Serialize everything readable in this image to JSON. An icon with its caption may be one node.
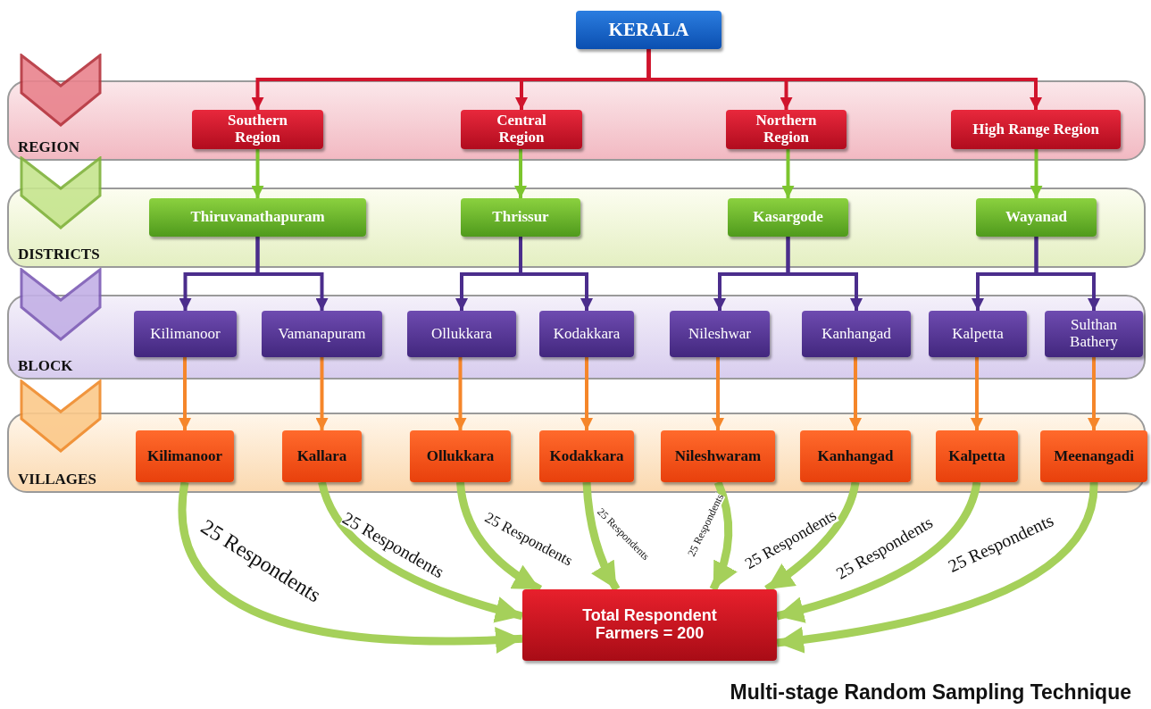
{
  "diagram": {
    "caption": "Multi-stage Random Sampling Technique",
    "nodes": [
      {
        "text": [
          "KERALA"
        ]
      },
      {
        "text": [
          "REGION"
        ]
      },
      {
        "text": [
          "Southern Region"
        ],
        "in": 1
      },
      {
        "text": [
          "Central Region"
        ],
        "in": 1
      },
      {
        "text": [
          "Northern Region"
        ],
        "in": 1
      },
      {
        "text": [
          "High Range Region"
        ],
        "in": 1
      },
      {
        "text": [
          "DISTRICTS"
        ]
      },
      {
        "text": [
          "Thiruvanathapuram"
        ],
        "in": 6
      },
      {
        "text": [
          "Thrissur"
        ],
        "in": 6
      },
      {
        "text": [
          "Kasargode"
        ],
        "in": 6
      },
      {
        "text": [
          "Wayanad"
        ],
        "in": 6
      },
      {
        "text": [
          "BLOCK"
        ]
      },
      {
        "text": [
          "Kilimanoor"
        ],
        "in": 11
      },
      {
        "text": [
          "Vamanapuram"
        ],
        "in": 11
      },
      {
        "text": [
          "Ollukkara"
        ],
        "in": 11
      },
      {
        "text": [
          "Kodakkara"
        ],
        "in": 11
      },
      {
        "text": [
          "Nileshwar"
        ],
        "in": 11
      },
      {
        "text": [
          "Kanhangad"
        ],
        "in": 11
      },
      {
        "text": [
          "Kalpetta"
        ],
        "in": 11
      },
      {
        "text": [
          "Sulthan Bathery"
        ],
        "in": 11
      },
      {
        "text": [
          "VILLAGES"
        ]
      },
      {
        "text": [
          "Kilimanoor"
        ],
        "in": 20
      },
      {
        "text": [
          "Kallara"
        ],
        "in": 20
      },
      {
        "text": [
          "Ollukkara"
        ],
        "in": 20
      },
      {
        "text": [
          "Kodakkara"
        ],
        "in": 20
      },
      {
        "text": [
          "Nileshwaram"
        ],
        "in": 20
      },
      {
        "text": [
          "Kanhangad"
        ],
        "in": 20
      },
      {
        "text": [
          "Kalpetta"
        ],
        "in": 20
      },
      {
        "text": [
          "Meenangadi"
        ],
        "in": 20
      },
      {
        "text": [
          "Total Respondent Farmers = 200"
        ]
      }
    ],
    "edges": [
      {
        "from": 0,
        "to": 2,
        "arrow": "to",
        "color": "#d0142c"
      },
      {
        "from": 0,
        "to": 3,
        "arrow": "to",
        "color": "#d0142c"
      },
      {
        "from": 0,
        "to": 4,
        "arrow": "to",
        "color": "#d0142c"
      },
      {
        "from": 0,
        "to": 5,
        "arrow": "to",
        "color": "#d0142c"
      },
      {
        "from": 2,
        "to": 7,
        "arrow": "to",
        "color": "#7cc52e"
      },
      {
        "from": 3,
        "to": 8,
        "arrow": "to",
        "color": "#7cc52e"
      },
      {
        "from": 4,
        "to": 9,
        "arrow": "to",
        "color": "#7cc52e"
      },
      {
        "from": 5,
        "to": 10,
        "arrow": "to",
        "color": "#7cc52e"
      },
      {
        "from": 7,
        "to": 12,
        "arrow": "to",
        "color": "#4b2d8c"
      },
      {
        "from": 7,
        "to": 13,
        "arrow": "to",
        "color": "#4b2d8c"
      },
      {
        "from": 8,
        "to": 14,
        "arrow": "to",
        "color": "#4b2d8c"
      },
      {
        "from": 8,
        "to": 15,
        "arrow": "to",
        "color": "#4b2d8c"
      },
      {
        "from": 9,
        "to": 16,
        "arrow": "to",
        "color": "#4b2d8c"
      },
      {
        "from": 9,
        "to": 17,
        "arrow": "to",
        "color": "#4b2d8c"
      },
      {
        "from": 10,
        "to": 18,
        "arrow": "to",
        "color": "#4b2d8c"
      },
      {
        "from": 10,
        "to": 19,
        "arrow": "to",
        "color": "#4b2d8c"
      },
      {
        "from": 12,
        "to": 21,
        "arrow": "to",
        "color": "#f5862a"
      },
      {
        "from": 13,
        "to": 22,
        "arrow": "to",
        "color": "#f5862a"
      },
      {
        "from": 14,
        "to": 23,
        "arrow": "to",
        "color": "#f5862a"
      },
      {
        "from": 15,
        "to": 24,
        "arrow": "to",
        "color": "#f5862a"
      },
      {
        "from": 16,
        "to": 25,
        "arrow": "to",
        "color": "#f5862a"
      },
      {
        "from": 17,
        "to": 26,
        "arrow": "to",
        "color": "#f5862a"
      },
      {
        "from": 18,
        "to": 27,
        "arrow": "to",
        "color": "#f5862a"
      },
      {
        "from": 19,
        "to": 28,
        "arrow": "to",
        "color": "#f5862a"
      },
      {
        "from": 21,
        "to": 29,
        "arrow": "to",
        "label": "25 Respondents",
        "style": "thick",
        "color": "#a5d05a"
      },
      {
        "from": 22,
        "to": 29,
        "arrow": "to",
        "label": "25 Respondents",
        "style": "thick",
        "color": "#a5d05a"
      },
      {
        "from": 23,
        "to": 29,
        "arrow": "to",
        "label": "25 Respondents",
        "style": "thick",
        "color": "#a5d05a"
      },
      {
        "from": 24,
        "to": 29,
        "arrow": "to",
        "label": "25 Respondents",
        "style": "thick",
        "color": "#a5d05a"
      },
      {
        "from": 25,
        "to": 29,
        "arrow": "to",
        "label": "25 Respondents",
        "style": "thick",
        "color": "#a5d05a"
      },
      {
        "from": 26,
        "to": 29,
        "arrow": "to",
        "label": "25 Respondents",
        "style": "thick",
        "color": "#a5d05a"
      },
      {
        "from": 27,
        "to": 29,
        "arrow": "to",
        "label": "25 Respondents",
        "style": "thick",
        "color": "#a5d05a"
      },
      {
        "from": 28,
        "to": 29,
        "arrow": "to",
        "label": "25 Respondents",
        "style": "thick",
        "color": "#a5d05a"
      }
    ]
  }
}
